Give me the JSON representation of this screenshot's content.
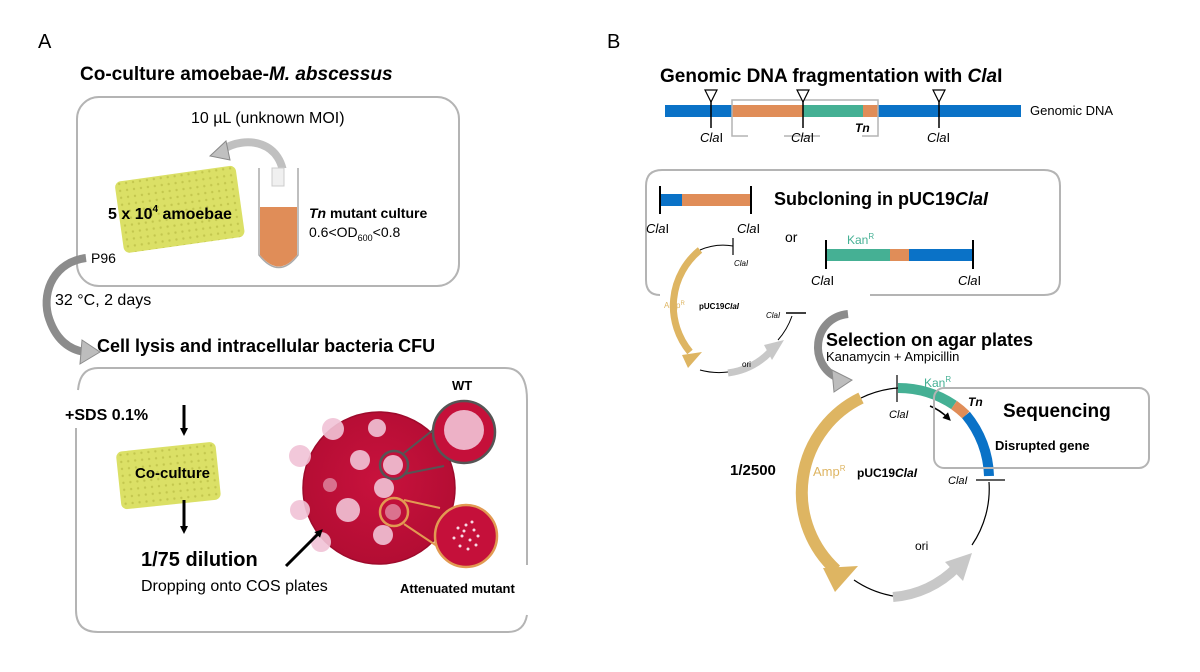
{
  "colors": {
    "genomic_blue": "#0a72c7",
    "orange": "#e08d58",
    "kan_green": "#45b094",
    "amp_gold": "#deb562",
    "ori_gray": "#c8c8c8",
    "box_gray": "#b4b4b4",
    "plate_yellow": "#dbe066",
    "agar_red": "#c5103a",
    "wt_ring": "#555555",
    "mutant_ring": "#e29a52"
  },
  "panelA": {
    "label": "A",
    "title_plain": "Co-culture amoebae-",
    "title_italic": "M. abscessus",
    "volume_label": "10 µL (unknown MOI)",
    "amoebae_count_base": "5 x 10",
    "amoebae_count_exp": "4",
    "amoebae_count_suffix": " amoebae",
    "tn_italic": "Tn",
    "tn_rest": " mutant culture",
    "od_prefix": "0.6<OD",
    "od_sub": "600",
    "od_suffix": "<0.8",
    "plate_label": "P96",
    "incubation": "32 °C, 2 days",
    "lysis_title": "Cell lysis and intracellular bacteria CFU",
    "sds_label": "+SDS 0.1%",
    "coculture_label": "Co-culture",
    "dilution_label": "1/75 dilution",
    "dropping_label": "Dropping onto COS plates",
    "wt_label": "WT",
    "mutant_label": "Attenuated mutant"
  },
  "panelB": {
    "label": "B",
    "title_plain": "Genomic DNA fragmentation with ",
    "title_italic": "Cla",
    "title_end": "I",
    "genomic_label": "Genomic DNA",
    "cla_italic": "Cla",
    "cla_end": "I",
    "tn_label": "Tn",
    "subcloning_plain": "Subcloning in pUC19",
    "subcloning_italic": "ClaI",
    "or_label": "or",
    "kan_base": "Kan",
    "kan_sup": "R",
    "amp_base": "Amp",
    "amp_sup": "R",
    "plasmid_plain": "pUC19",
    "plasmid_italic": "ClaI",
    "ori_label": "ori",
    "small_cla": "ClaI",
    "selection_title": "Selection on agar plates",
    "selection_sub": "Kanamycin + Ampicillin",
    "dilution_label": "1/2500",
    "sequencing_title": "Sequencing",
    "disrupted_label": "Disrupted gene"
  }
}
